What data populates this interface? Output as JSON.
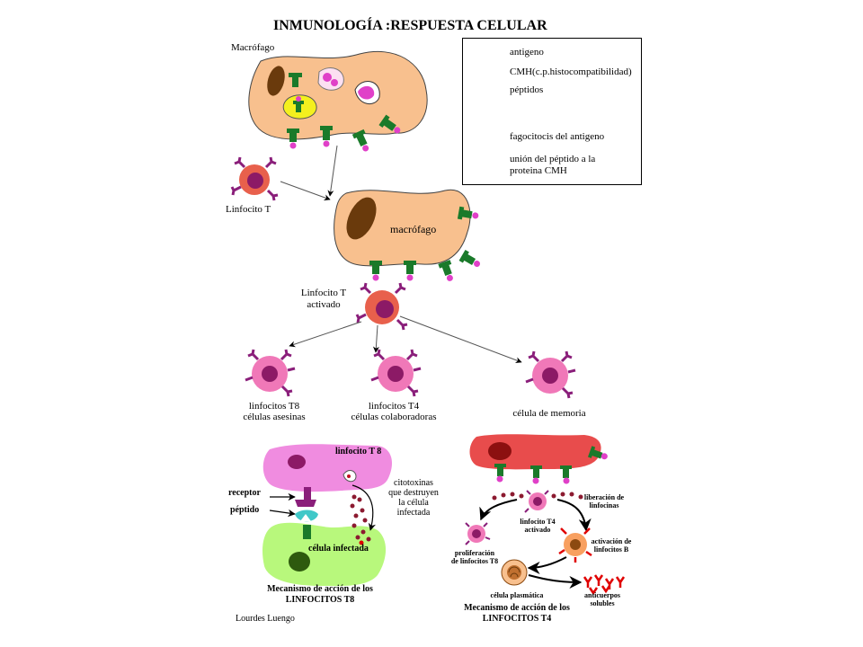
{
  "title": "INMUNOLOGÍA :RESPUESTA CELULAR",
  "legend": {
    "antigeno": "antigeno",
    "cmh": "CMH(c.p.histocompatibilidad)",
    "peptidos": "péptidos",
    "fagocitosis": "fagocitocis del antigeno",
    "union_line1": "unión del péptido a la",
    "union_line2": "proteina CMH"
  },
  "labels": {
    "macrofago_top": "Macrófago",
    "linfocito_t": "Linfocito T",
    "macrofago_mid": "macrófago",
    "linfocito_t_activado_1": "Linfocito T",
    "linfocito_t_activado_2": "activado",
    "t8_line1": "linfocitos T8",
    "t8_line2": "células asesinas",
    "t4_line1": "linfocitos T4",
    "t4_line2": "células colaboradoras",
    "memoria": "célula de memoria"
  },
  "t8_panel": {
    "linfocito_t8": "linfocito T 8",
    "receptor": "receptor",
    "peptido": "péptido",
    "celula_infectada": "célula infectada",
    "citotoxinas_1": "citotoxinas",
    "citotoxinas_2": "que destruyen",
    "citotoxinas_3": "la célula",
    "citotoxinas_4": "infectada",
    "caption_1": "Mecanismo de acción de los",
    "caption_2": "LINFOCITOS T8",
    "author": "Lourdes Luengo"
  },
  "t4_panel": {
    "liberacion_1": "liberación de",
    "liberacion_2": "linfocinas",
    "linfocito_t4_1": "linfocito T4",
    "linfocito_t4_2": "activado",
    "proliferacion_1": "proliferación",
    "proliferacion_2": "de linfocitos T8",
    "activacion_1": "activación de",
    "activacion_2": "linfocitos B",
    "plasmatica": "célula plasmática",
    "anticuerpos_1": "anticuerpos",
    "anticuerpos_2": "solubles",
    "caption_1": "Mecanismo de acción de los",
    "caption_2": "LINFOCITOS T4"
  },
  "colors": {
    "macrophage": "#f8c08e",
    "cmh": "#1a7a2a",
    "antigen": "#e040c8",
    "peptide": "#e040c8",
    "yellow": "#f4f01e",
    "nucleus_brown": "#6a3a0c",
    "lymph_body": "#f078b8",
    "lymph_core": "#8c1a66",
    "lymph_receptor": "#8a1e7a",
    "activated_body": "#e8604c",
    "t8_cell": "#f08ce0",
    "infected_cell": "#b8f87c",
    "host_cell_t4": "#e84c4c",
    "antibody": "#e00000"
  }
}
